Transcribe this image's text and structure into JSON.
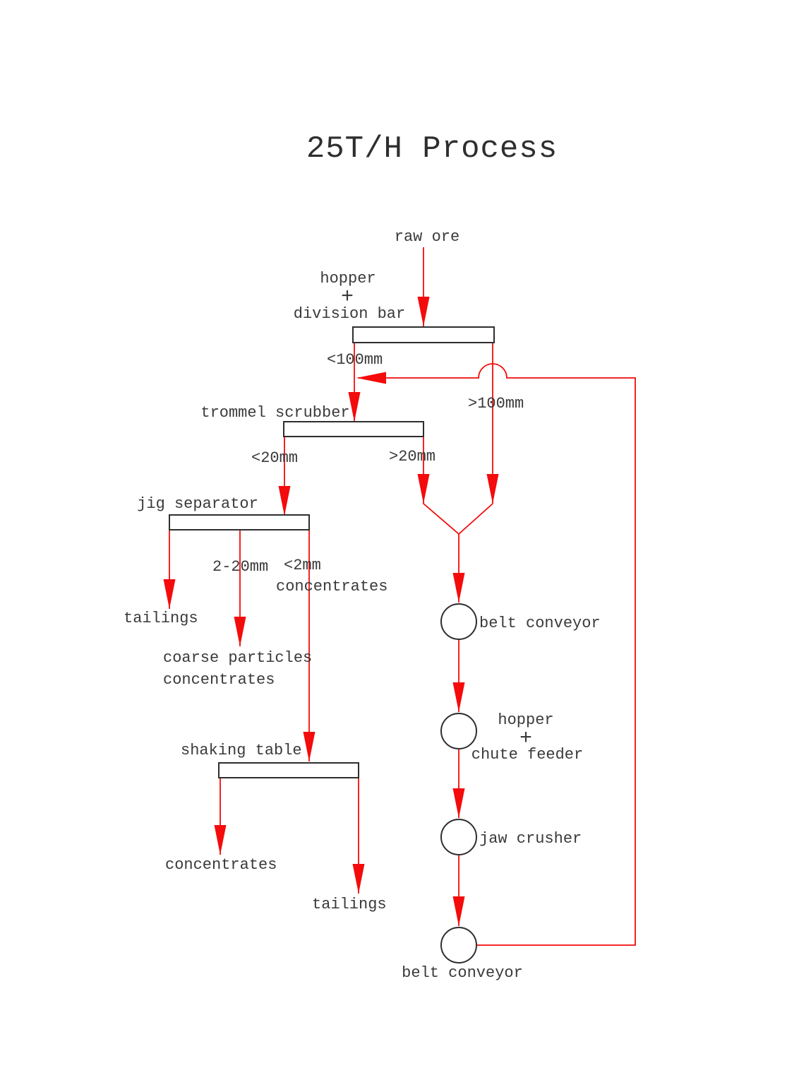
{
  "title": "25T/H Process",
  "flowchart": {
    "inputs": {
      "raw_ore": "raw ore"
    },
    "equipment": {
      "hopper_division_bar": {
        "line1": "hopper",
        "plus": "+",
        "line2": "division bar"
      },
      "trommel_scrubber": "trommel scrubber",
      "jig_separator": "jig separator",
      "shaking_table": "shaking table",
      "belt_conveyor_1": "belt conveyor",
      "hopper_chute_feeder": {
        "line1": "hopper",
        "plus": "+",
        "line2": "chute feeder"
      },
      "jaw_crusher": "jaw crusher",
      "belt_conveyor_2": "belt conveyor"
    },
    "size_labels": {
      "lt100": "<100mm",
      "gt100": ">100mm",
      "lt20": "<20mm",
      "gt20": ">20mm",
      "range_2_20": "2-20mm",
      "lt2": "<2mm"
    },
    "outputs": {
      "lt2_concentrates": "concentrates",
      "jig_tailings": "tailings",
      "coarse_particles_line1": "coarse particles",
      "coarse_particles_line2": "concentrates",
      "shaking_concentrates": "concentrates",
      "shaking_tailings": "tailings"
    }
  },
  "colors": {
    "flow_line": "#f40b0b",
    "shape_stroke": "#2e2e2e",
    "text": "#3a3a3a",
    "background": "#ffffff"
  }
}
